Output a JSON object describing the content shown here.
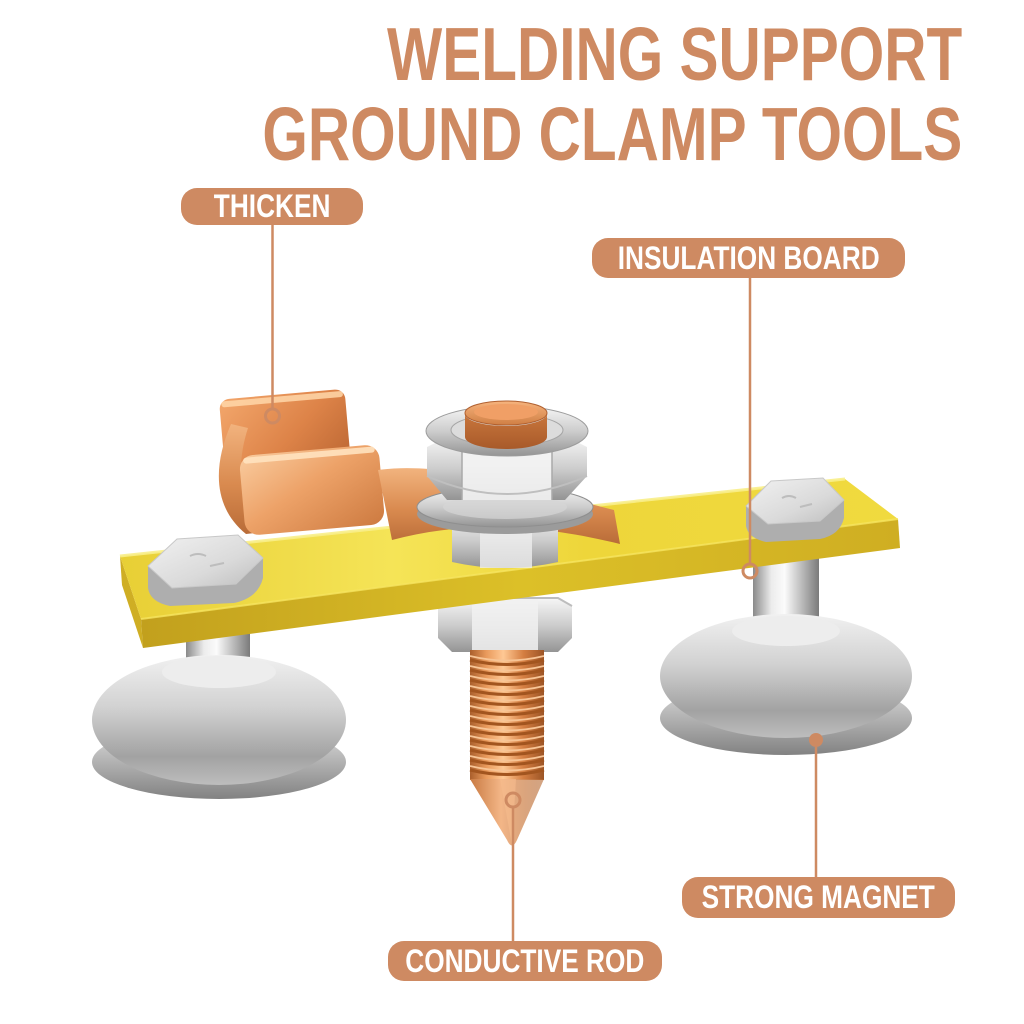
{
  "title": {
    "line1": "WELDING SUPPORT",
    "line2": "GROUND CLAMP TOOLS"
  },
  "callouts": {
    "thicken": {
      "label": "THICKEN",
      "marker": "ring"
    },
    "insulation_board": {
      "label": "INSULATION BOARD",
      "marker": "ring"
    },
    "strong_magnet": {
      "label": "STRONG MAGNET",
      "marker": "dot"
    },
    "conductive_rod": {
      "label": "CONDUCTIVE ROD",
      "marker": "ring"
    }
  },
  "colors": {
    "accent": "#ce8a62",
    "label_text": "#ffffff",
    "board_yellow": "#eed63a",
    "copper": "#d98a4f",
    "chrome": "#c9c9c9",
    "background": "#ffffff"
  }
}
